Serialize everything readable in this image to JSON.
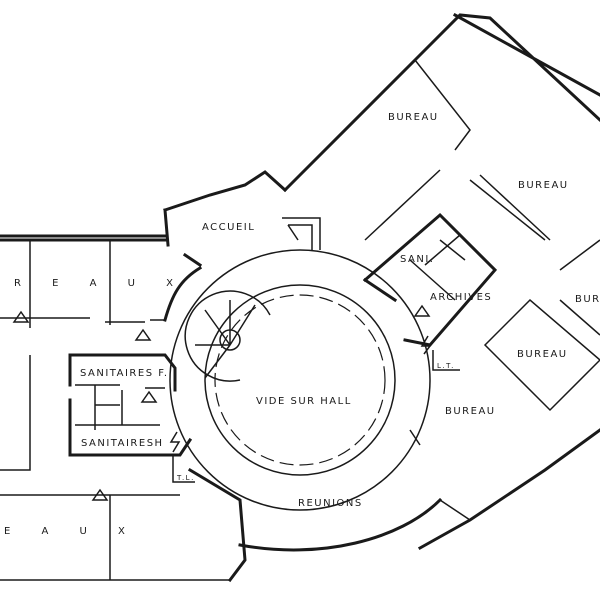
{
  "title": "Floor plan",
  "rooms": {
    "bureau_top": "BUREAU",
    "bureau_right_top": "BUREAU",
    "bureau_edge": "BUR",
    "bureau_right_mid": "BUREAU",
    "bureau_lower": "BUREAU",
    "sani": "SANI.",
    "archives": "ARCHIVES",
    "accueil": "ACCUEIL",
    "bureaux_top_left": "R E A U X",
    "bureaux_bottom_left": "E A U X",
    "sanitaires_f": "SANITAIRES F.",
    "sanitaires_h": "SANITAIRESH",
    "vide_sur_hall": "VIDE SUR HALL",
    "reunions": "REUNIONS"
  },
  "markers": {
    "lt": "L.T.",
    "tl": "T.L."
  }
}
